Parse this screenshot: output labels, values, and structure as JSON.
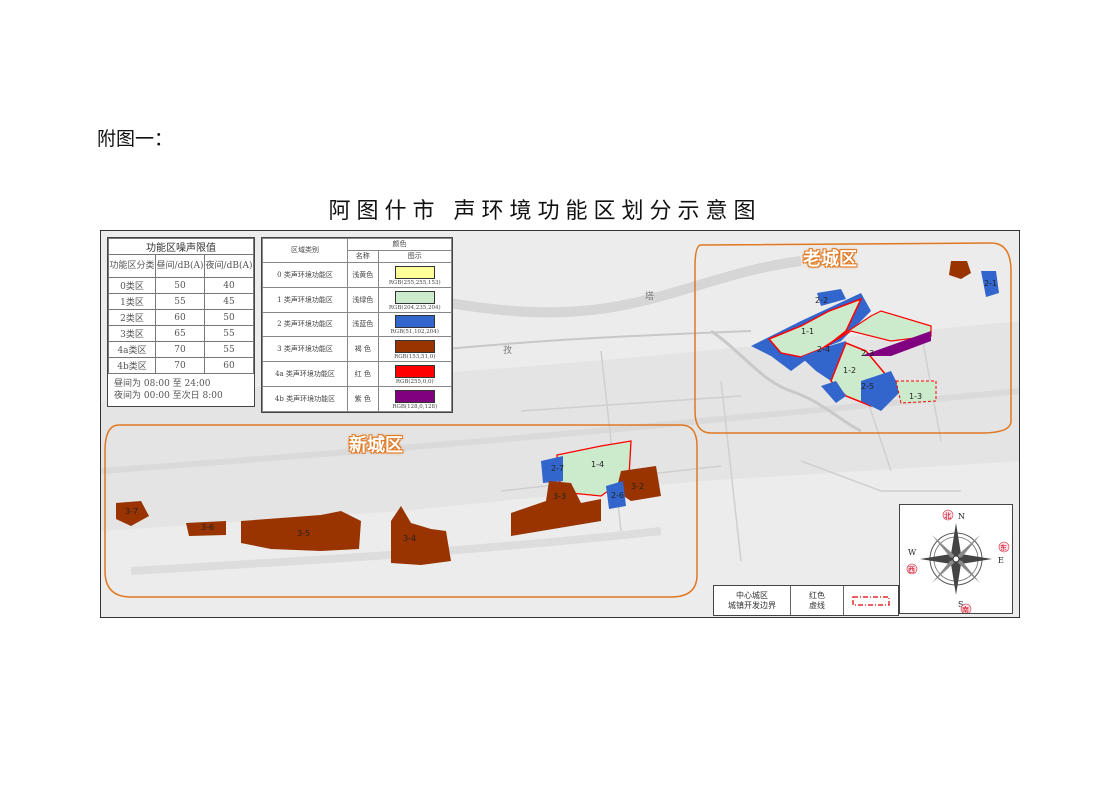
{
  "caption": "附图一：",
  "title": "阿图什市 声环境功能区划分示意图",
  "noise_limits": {
    "title": "功能区噪声限值",
    "headers": [
      "功能区分类",
      "昼间/dB(A)",
      "夜间/dB(A)"
    ],
    "rows": [
      {
        "zone": "0类区",
        "day": "50",
        "night": "40"
      },
      {
        "zone": "1类区",
        "day": "55",
        "night": "45"
      },
      {
        "zone": "2类区",
        "day": "60",
        "night": "50"
      },
      {
        "zone": "3类区",
        "day": "65",
        "night": "55"
      },
      {
        "zone": "4a类区",
        "day": "70",
        "night": "55"
      },
      {
        "zone": "4b类区",
        "day": "70",
        "night": "60"
      }
    ],
    "note_line1": "昼间为 08:00 至 24:00",
    "note_line2": "夜间为 00:00 至次日 8:00"
  },
  "color_legend": {
    "col_type": "区域类别",
    "col_color": "颜色",
    "col_name": "名称",
    "col_swatch": "图示",
    "rows": [
      {
        "type": "0 类声环境功能区",
        "name": "浅黄色",
        "rgb": "RGB(255,255,153)",
        "color": "#ffff99"
      },
      {
        "type": "1 类声环境功能区",
        "name": "浅绿色",
        "rgb": "RGB(204,235,204)",
        "color": "#ccebcc"
      },
      {
        "type": "2 类声环境功能区",
        "name": "浅蓝色",
        "rgb": "RGB(51,102,204)",
        "color": "#3366cc"
      },
      {
        "type": "3 类声环境功能区",
        "name": "褐 色",
        "rgb": "RGB(153,51,0)",
        "color": "#993300"
      },
      {
        "type": "4a 类声环境功能区",
        "name": "红 色",
        "rgb": "RGB(255,0,0)",
        "color": "#ff0000"
      },
      {
        "type": "4b 类声环境功能区",
        "name": "紫 色",
        "rgb": "RGB(128,0,128)",
        "color": "#800080"
      }
    ]
  },
  "districts": {
    "old_city": "老城区",
    "new_city": "新城区"
  },
  "zone_labels": [
    "1-1",
    "1-2",
    "1-3",
    "1-4",
    "2-1",
    "2-3",
    "2-4",
    "2-5",
    "2-6",
    "2-7",
    "3-2",
    "3-3",
    "3-4",
    "3-5",
    "3-6",
    "3-7",
    "2-2"
  ],
  "places": [
    "塔",
    "孜"
  ],
  "boundary_legend": {
    "name_line1": "中心城区",
    "name_line2": "城镇开发边界",
    "style_line1": "红色",
    "style_line2": "虚线"
  },
  "compass": {
    "n": "N",
    "s": "S",
    "e": "E",
    "w": "W",
    "north": "北",
    "south": "南",
    "east": "东",
    "west": "西"
  },
  "colors": {
    "zone0": "#ffff99",
    "zone1": "#ccebcc",
    "zone2": "#3366cc",
    "zone3": "#993300",
    "zone4a": "#ff0000",
    "zone4b": "#800080",
    "district_outline": "#e07820"
  }
}
